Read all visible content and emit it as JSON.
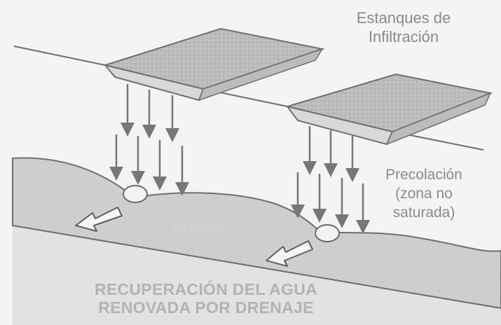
{
  "labels": {
    "ponds": [
      "Estanques de",
      "Infiltración"
    ],
    "percolation": [
      "Precolación",
      "(zona no",
      "saturada)"
    ],
    "drains": "Drenes",
    "recovery": [
      "RECUPERACIÓN DEL AGUA",
      "RENOVADA POR DRENAJE"
    ]
  },
  "colors": {
    "background": "#f4f4f2",
    "ground": "#c9c9c9",
    "soil": "#a9a9a9",
    "line": "#6f6f6f",
    "arrow": "#777777",
    "text": "#8a8a8a"
  }
}
